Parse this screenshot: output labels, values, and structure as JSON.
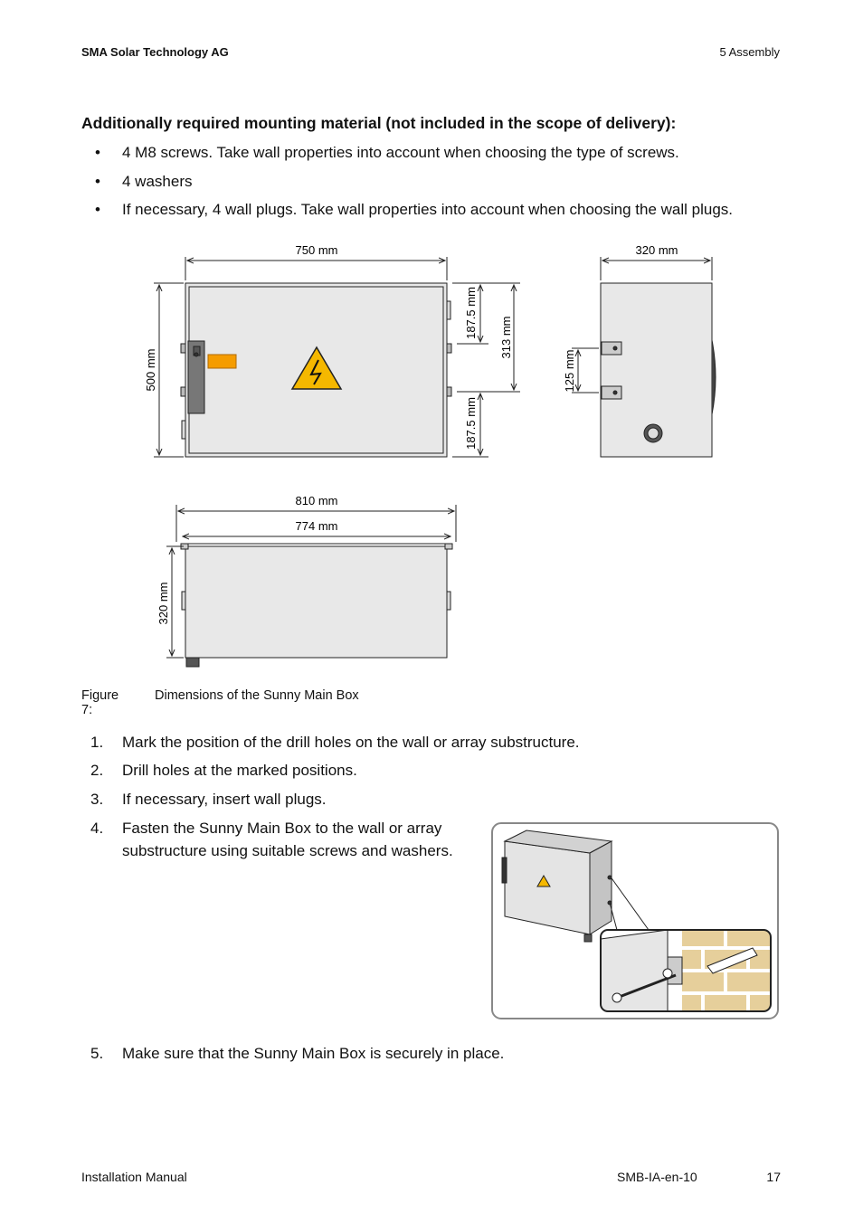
{
  "header": {
    "company": "SMA Solar Technology AG",
    "section": "5  Assembly"
  },
  "heading": "Additionally required mounting material (not included in the scope of delivery):",
  "bullets": [
    {
      "symbol": "•",
      "text": "4 M8 screws. Take wall properties into account when choosing the type of screws."
    },
    {
      "symbol": "•",
      "text": "4 washers"
    },
    {
      "symbol": "•",
      "text": "If necessary, 4 wall plugs. Take wall properties into account when choosing the wall plugs."
    }
  ],
  "dimensions": {
    "front_width": "750 mm",
    "front_height": "500 mm",
    "top_spacing": "187.5 mm",
    "hole_spacing": "313 mm",
    "bottom_spacing": "187.5 mm",
    "side_depth": "320 mm",
    "side_hole_spacing": "125 mm",
    "bottom_outer_width": "810 mm",
    "bottom_inner_width": "774 mm",
    "bottom_depth": "320 mm"
  },
  "figure": {
    "number": "Figure 7:",
    "caption": "Dimensions of the Sunny Main Box"
  },
  "steps": [
    {
      "num": "1.",
      "text": "Mark the position of the drill holes on the wall or array substructure."
    },
    {
      "num": "2.",
      "text": "Drill holes at the marked positions."
    },
    {
      "num": "3.",
      "text": "If necessary, insert wall plugs."
    },
    {
      "num": "4.",
      "text": "Fasten the Sunny Main Box to the wall or array substructure using suitable screws and washers."
    },
    {
      "num": "5.",
      "text": "Make sure that the Sunny Main Box is securely in place."
    }
  ],
  "footer": {
    "manual": "Installation Manual",
    "code": "SMB-IA-en-10",
    "page": "17"
  },
  "colors": {
    "box_fill": "#e8e8e8",
    "warning_yellow": "#f5b800",
    "label_orange": "#f59c00",
    "brick": "#e6cf9b"
  }
}
